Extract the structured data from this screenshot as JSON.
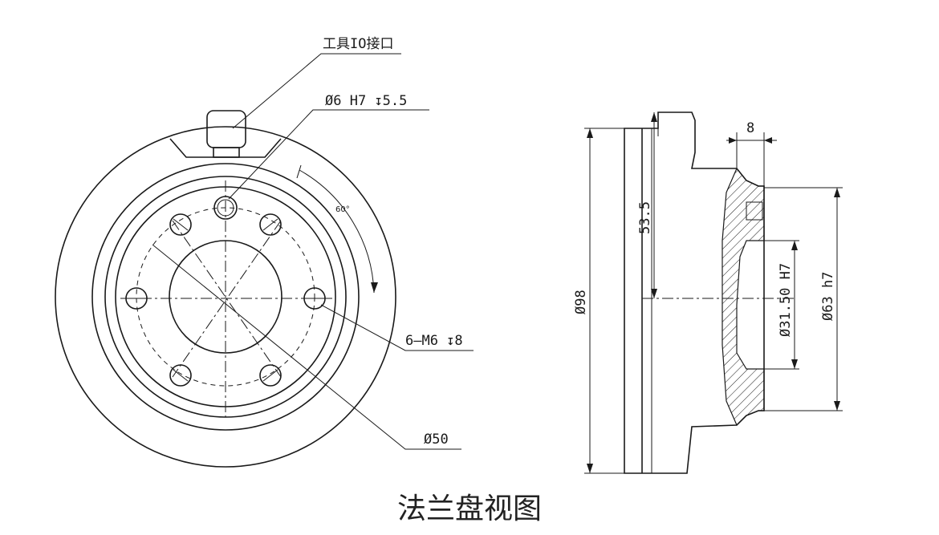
{
  "caption": "法兰盘视图",
  "front_view": {
    "tool_io_label": "工具IO接口",
    "pin_hole_label": "Ø6 H7 ↧5.5",
    "angle_label": "60°",
    "thread_label": "6–M6 ↧8",
    "bore_label": "Ø50"
  },
  "side_view": {
    "outer_dia_label": "Ø98",
    "height_label": "53.5",
    "depth_label": "8",
    "bore_label": "Ø31.50 H7",
    "spigot_label": "Ø63 h7"
  }
}
